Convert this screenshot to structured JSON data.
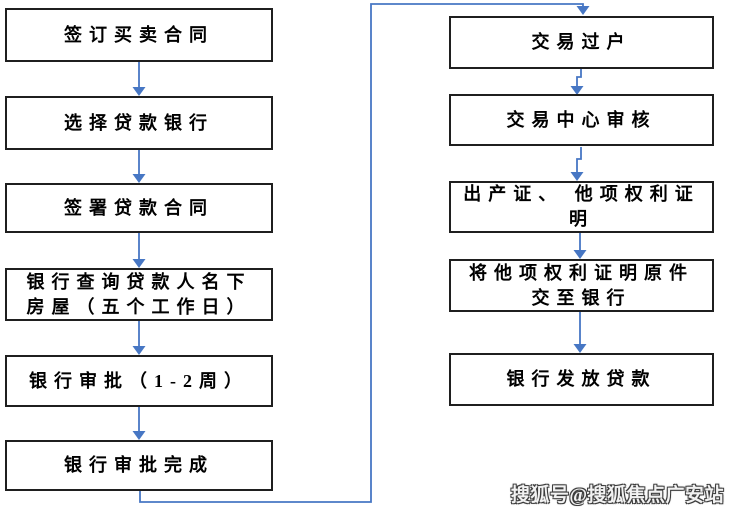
{
  "flow": {
    "left": [
      "签订买卖合同",
      "选择贷款银行",
      "签署贷款合同",
      "银行查询贷款人名下\n房屋（五个工作日）",
      "银行审批（1-2周）",
      "银行审批完成"
    ],
    "right": [
      "交易过户",
      "交易中心审核",
      "出产证、 他项权利证\n明",
      "将他项权利证明原件\n交至银行",
      "银行发放贷款"
    ]
  },
  "watermark": "搜狐号@搜狐焦点广安站",
  "colors": {
    "arrow": "#4777C4",
    "box_border": "#1F1F1F",
    "box_fill": "#FFFFFF",
    "text": "#000000",
    "background": "#FFFFFF"
  }
}
